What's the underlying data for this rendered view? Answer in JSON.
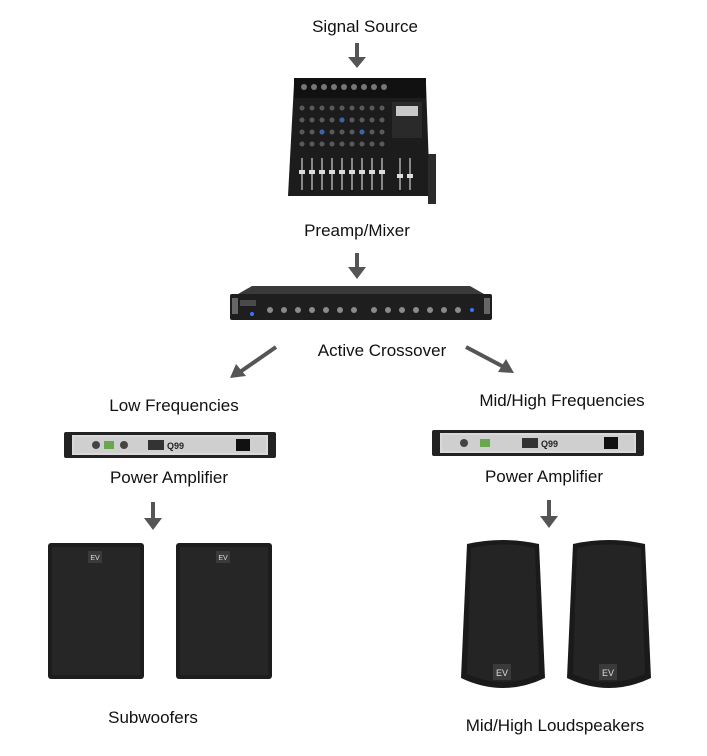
{
  "labels": {
    "signal_source": "Signal Source",
    "preamp_mixer": "Preamp/Mixer",
    "active_crossover": "Active Crossover",
    "low_frequencies": "Low Frequencies",
    "mid_high_frequencies": "Mid/High Frequencies",
    "power_amplifier_left": "Power Amplifier",
    "power_amplifier_right": "Power Amplifier",
    "subwoofers": "Subwoofers",
    "mid_high_loudspeakers": "Mid/High Loudspeakers"
  },
  "brand": {
    "amp_model": "Q99",
    "speaker_logo": "EV"
  },
  "colors": {
    "arrow": "#555555",
    "device_body": "#1c1c1c",
    "device_panel": "#d9d9d9"
  }
}
